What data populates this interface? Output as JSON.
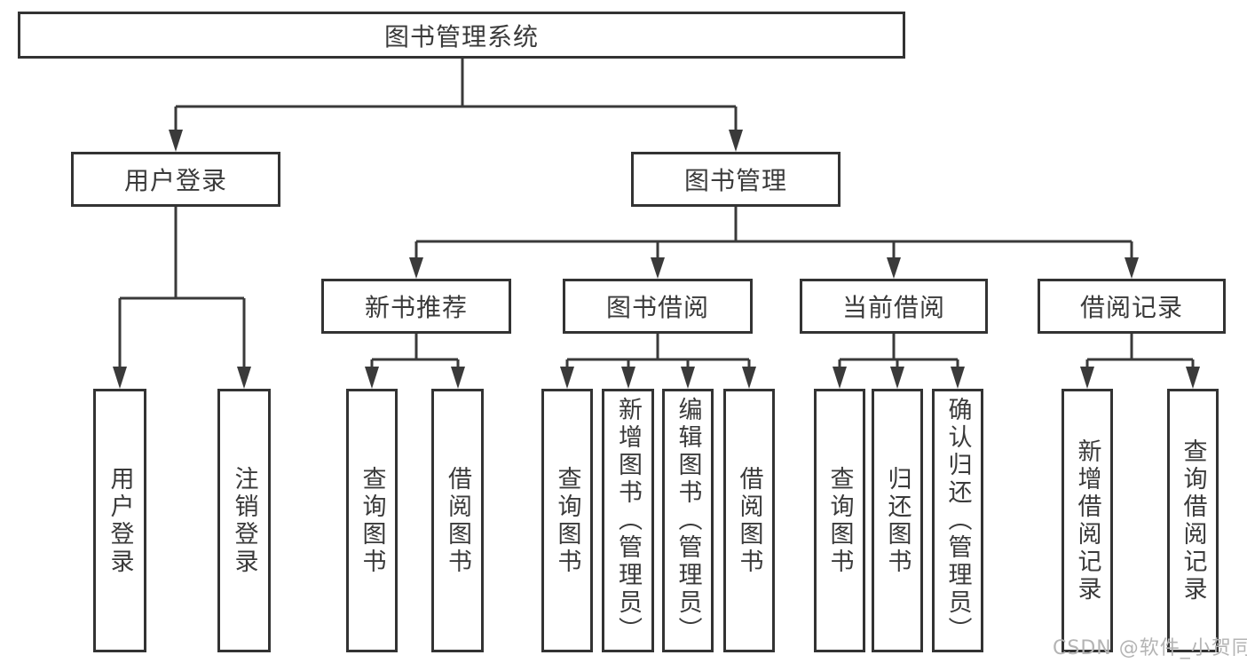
{
  "diagram": {
    "root": {
      "label": "图书管理系统"
    },
    "children": [
      {
        "label": "用户登录",
        "children": [
          {
            "label": "用户登录"
          },
          {
            "label": "注销登录"
          }
        ]
      },
      {
        "label": "图书管理",
        "children": [
          {
            "label": "新书推荐",
            "children": [
              {
                "label": "查询图书"
              },
              {
                "label": "借阅图书"
              }
            ]
          },
          {
            "label": "图书借阅",
            "children": [
              {
                "label": "查询图书"
              },
              {
                "label": "新增图书（管理员）"
              },
              {
                "label": "编辑图书（管理员）"
              },
              {
                "label": "借阅图书"
              }
            ]
          },
          {
            "label": "当前借阅",
            "children": [
              {
                "label": "查询图书"
              },
              {
                "label": "归还图书"
              },
              {
                "label": "确认归还（管理员）"
              }
            ]
          },
          {
            "label": "借阅记录",
            "children": [
              {
                "label": "新增借阅记录"
              },
              {
                "label": "查询借阅记录"
              }
            ]
          }
        ]
      }
    ]
  },
  "watermark": {
    "text": "CSDN @软件_小贺同学"
  },
  "colors": {
    "background": "#ffffff",
    "box_border": "#333333",
    "connector_line": "#3a3a3a",
    "text": "#3a3a3a",
    "watermark_text": "#b4b4b4"
  }
}
